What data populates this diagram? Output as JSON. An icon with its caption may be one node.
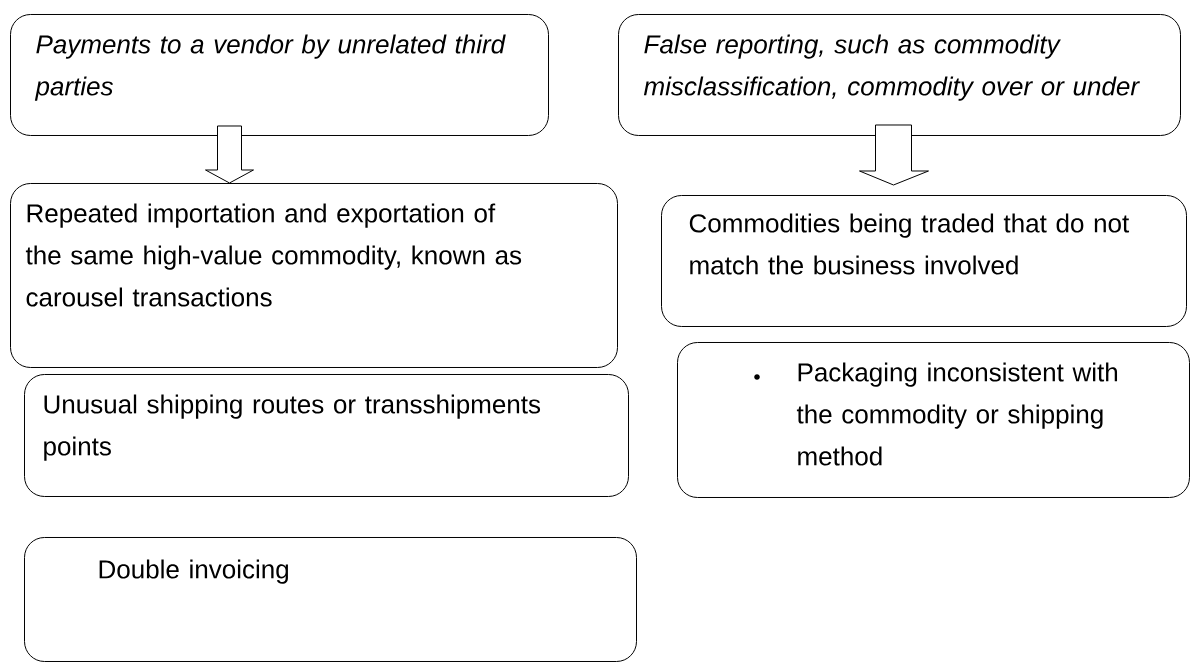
{
  "diagram": {
    "nodes": [
      {
        "text": [
          "*Payments to a vendor by unrelated third parties*"
        ]
      },
      {
        "text": [
          "*False reporting, such as commodity misclassification, commodity over or under*"
        ]
      },
      {
        "text": [
          "Repeated importation and exportation of the same high-value commodity, known as carousel transactions"
        ]
      },
      {
        "text": [
          "Commodities being traded that do not match the business involved"
        ]
      },
      {
        "text": [
          "Unusual shipping routes or transshipments points"
        ]
      },
      {
        "text": [
          "Packaging inconsistent with the commodity or shipping method"
        ]
      },
      {
        "text": [
          "Double invoicing"
        ]
      }
    ],
    "edges": [
      {
        "from": 0,
        "to": 2,
        "arrow": "to"
      },
      {
        "from": 1,
        "to": 3,
        "arrow": "to"
      }
    ]
  }
}
